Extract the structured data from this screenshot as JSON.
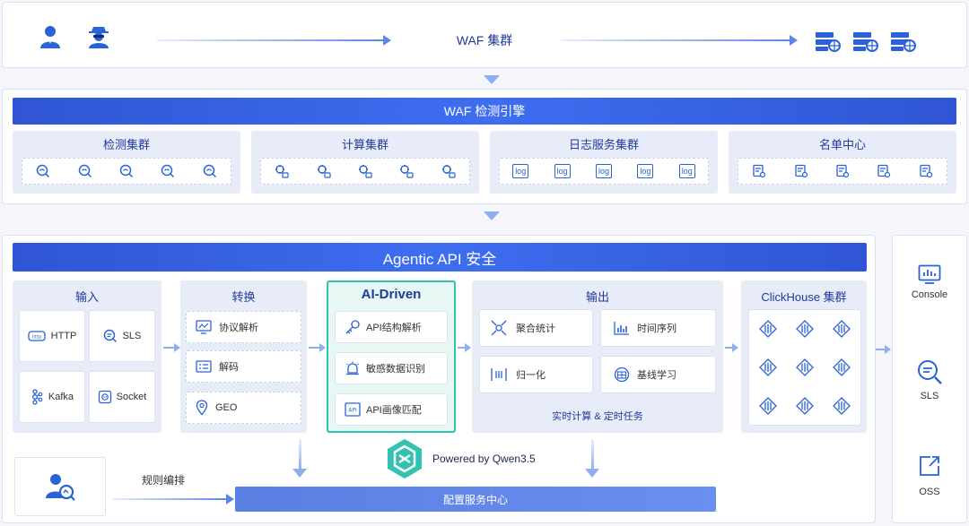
{
  "top": {
    "waf_cluster": "WAF 集群"
  },
  "engine": {
    "title": "WAF 检测引擎",
    "groups": [
      {
        "title": "检测集群",
        "icon": "detect-icon"
      },
      {
        "title": "计算集群",
        "icon": "compute-icon"
      },
      {
        "title": "日志服务集群",
        "icon": "log-icon"
      },
      {
        "title": "名单中心",
        "icon": "list-icon"
      }
    ],
    "log_icon_text": "log"
  },
  "agentic": {
    "title": "Agentic API 安全",
    "input": {
      "title": "输入",
      "items": [
        "HTTP",
        "SLS",
        "Kafka",
        "Socket"
      ]
    },
    "transform": {
      "title": "转换",
      "items": [
        "协议解析",
        "解码",
        "GEO"
      ]
    },
    "ai": {
      "title": "AI-Driven",
      "items": [
        "API结构解析",
        "敏感数据识别",
        "API画像匹配"
      ]
    },
    "output": {
      "title": "输出",
      "items": [
        "聚合统计",
        "时间序列",
        "归一化",
        "基线学习"
      ],
      "footer": "实时计算 & 定时任务"
    },
    "clickhouse": {
      "title": "ClickHouse 集群"
    },
    "powered": "Powered by Qwen3.5",
    "rules": "规则编排",
    "config": "配置服务中心"
  },
  "right": {
    "items": [
      "Console",
      "SLS",
      "OSS"
    ]
  },
  "colors": {
    "accent": "#2f55d4",
    "icon": "#2a62d8",
    "ai_border": "#34c2b0"
  }
}
